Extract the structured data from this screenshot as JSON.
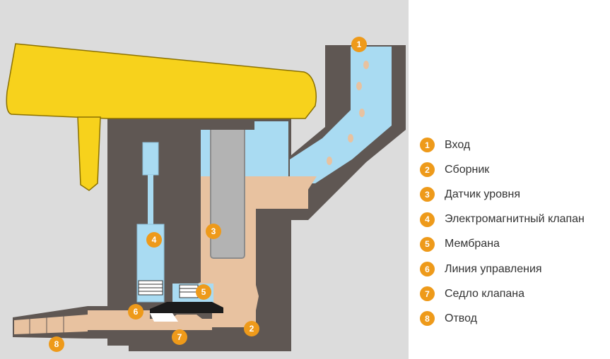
{
  "colors": {
    "panel_bg": "#dcdcdc",
    "body_brown": "#5f5753",
    "water_blue": "#a9dbf2",
    "sediment_beige": "#e8c2a0",
    "cover_yellow": "#f7d21c",
    "cover_outline": "#8b7100",
    "sensor_grey": "#b3b3b3",
    "badge_orange": "#ee9a1a",
    "membrane_black": "#1b1b1b"
  },
  "legend": {
    "items": [
      {
        "num": "1",
        "label": "Вход"
      },
      {
        "num": "2",
        "label": "Сборник"
      },
      {
        "num": "3",
        "label": "Датчик уровня"
      },
      {
        "num": "4",
        "label": "Электромагнитный клапан"
      },
      {
        "num": "5",
        "label": "Мембрана"
      },
      {
        "num": "6",
        "label": "Линия управления"
      },
      {
        "num": "7",
        "label": "Седло клапана"
      },
      {
        "num": "8",
        "label": "Отвод"
      }
    ]
  },
  "callouts": [
    {
      "num": "1",
      "target": "inlet"
    },
    {
      "num": "2",
      "target": "collector"
    },
    {
      "num": "3",
      "target": "level-sensor"
    },
    {
      "num": "4",
      "target": "solenoid-valve"
    },
    {
      "num": "5",
      "target": "membrane"
    },
    {
      "num": "6",
      "target": "control-line"
    },
    {
      "num": "7",
      "target": "valve-seat"
    },
    {
      "num": "8",
      "target": "outlet"
    }
  ]
}
